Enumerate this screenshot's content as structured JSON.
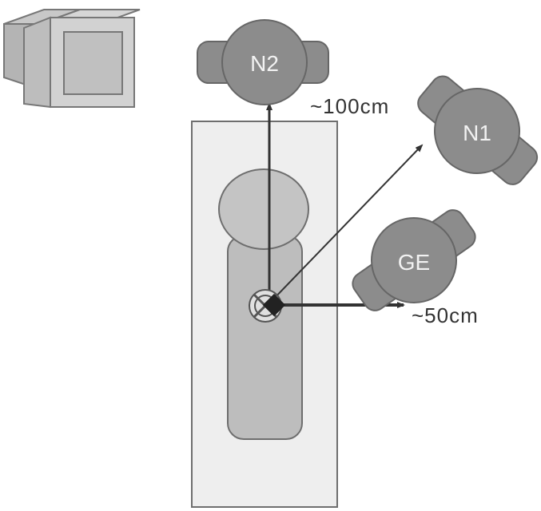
{
  "persons": [
    {
      "id": "n2",
      "label": "N2"
    },
    {
      "id": "n1",
      "label": "N1"
    },
    {
      "id": "ge",
      "label": "GE"
    }
  ],
  "distances": {
    "far": "~100cm",
    "near": "~50cm"
  },
  "colors": {
    "background": "#ffffff",
    "bed": "#eeeeee",
    "body": "#bfbfbf",
    "person": "#8c8c8c",
    "outline": "#666666",
    "arrow": "#333333"
  },
  "icons": [
    "monitor-icon",
    "target-icon"
  ]
}
